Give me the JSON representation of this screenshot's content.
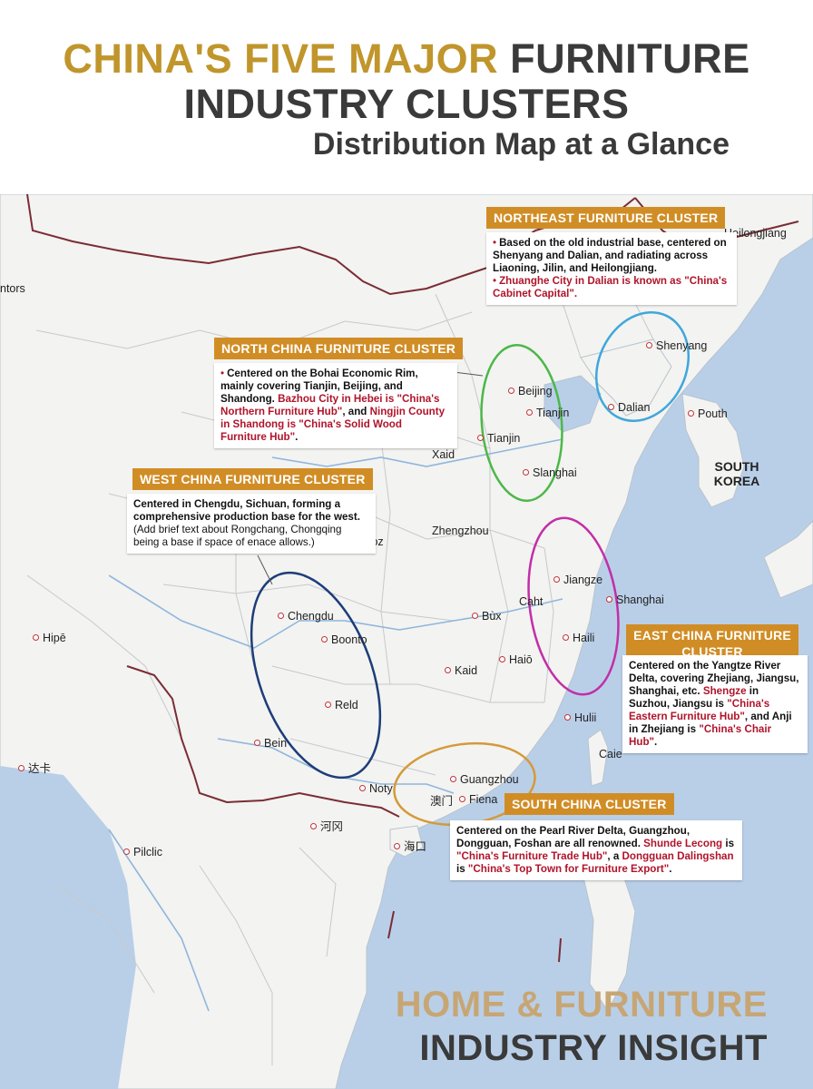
{
  "header": {
    "title_part1": "CHINA'S FIVE MAJOR",
    "title_part2": "FURNITURE",
    "title_line2": "INDUSTRY CLUSTERS",
    "subtitle": "Distribution Map at a Glance"
  },
  "clusters": {
    "northeast": {
      "title": "NORTHEAST FURNITURE CLUSTER",
      "text": "Based on the old industrial base, centered on Shenyang and Dalian, and radiating across Liaoning, Jilin, and Heilongjiang.",
      "highlight": "Zhuanghe City in Dalian is known as \"China's Cabinet Capital\"."
    },
    "north": {
      "title": "NORTH CHINA FURNITURE CLUSTER",
      "text1": "Centered on the Bohai Economic Rim, mainly covering Tianjin, Beijing, and Shandong.",
      "highlight1": "Bazhou City in Hebei is \"China's Northern Furniture Hub\"",
      "text2": ", and",
      "highlight2": "Ningjin County in Shandong is \"China's Solid Wood Furniture Hub\"",
      "text3": "."
    },
    "west": {
      "title": "WEST CHINA FURNITURE CLUSTER",
      "text1": "Centered in Chengdu, Sichuan, forming a comprehensive production base for the west.",
      "text2": "(Add brief text about Rongchang, Chongqing being a base if space of enace allows.)"
    },
    "east": {
      "title": "EAST CHINA FURNITURE CLUSTER",
      "text1": "Centered on the Yangtze River Delta, covering Zhejiang, Jiangsu, Shanghai, etc.",
      "highlight1": "Shengze",
      "text2": "in Suzhou, Jiangsu is",
      "highlight2": "\"China's Eastern Furniture Hub\"",
      "text3": ", and Anji in Zhejiang is",
      "highlight3": "\"China's Chair Hub\"",
      "text4": "."
    },
    "south": {
      "title": "SOUTH CHINA CLUSTER",
      "text1": "Centered on the Pearl River Delta, Guangzhou, Dongguan, Foshan are all renowned.",
      "highlight1": "Shunde Lecong",
      "text2": "is",
      "highlight2": "\"China's Furniture Trade Hub\"",
      "text3": ", a",
      "highlight3": "Dongguan Dalingshan",
      "text4": "is",
      "highlight4": "\"China's Top Town for Furniture Export\"",
      "text5": "."
    }
  },
  "places": {
    "heilongjiang": "Heilongjiang",
    "tors": "ntors",
    "shenyang": "Shenyang",
    "dalian": "Dalian",
    "pouth": "Pouth",
    "beijing": "Beijing",
    "tianjin": "Tianjin",
    "tianjin2": "Tianjin",
    "slanghai": "Slanghai",
    "xaid": "Xaid",
    "zhengzhou": "Zhengzhou",
    "ioz": "Ioz",
    "jiangze": "Jiangze",
    "caht": "Caht",
    "shanghai": "Shanghai",
    "haili": "Haili",
    "chengdu": "Chengdu",
    "boonto": "Boonto",
    "bux": "Bùx",
    "haio": "Haiō",
    "hipe": "Hipē",
    "kaid": "Kaid",
    "reld": "Reld",
    "hulii": "Hulii",
    "bein": "Bein",
    "caie": "Caie",
    "guangzhou": "Guangzhou",
    "noty": "Noty",
    "macau": "澳门",
    "fiena": "Fiena",
    "taka": "达卡",
    "heyuan": "河冈",
    "pilclic": "Pilclic",
    "haikou": "海口"
  },
  "countries": {
    "south_korea": "SOUTH KOREA"
  },
  "footer": {
    "line1": "HOME & FURNITURE",
    "line2": "INDUSTRY INSIGHT"
  },
  "colors": {
    "gold": "#c0952b",
    "dark": "#3a3a3a",
    "box_orange": "#d18d25",
    "highlight_red": "#b0142a",
    "northeast_ring": "#3ea7dc",
    "north_ring": "#4cb848",
    "east_ring": "#c12fa7",
    "west_ring": "#1d3d7a",
    "south_ring": "#d49a39"
  }
}
